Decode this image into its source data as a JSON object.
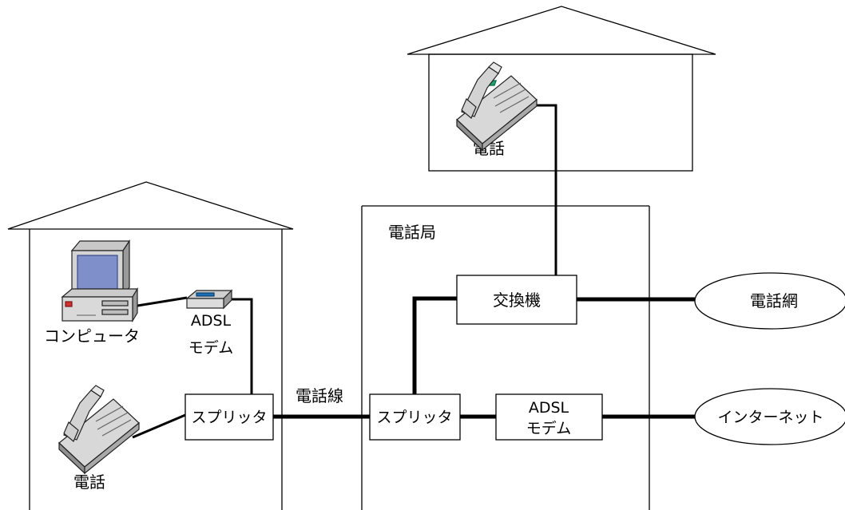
{
  "labels": {
    "top_house_phone": "電話",
    "station": "電話局",
    "exchange": "交換機",
    "phone_network": "電話網",
    "computer": "コンピュータ",
    "home_modem_line1": "ADSL",
    "home_modem_line2": "モデム",
    "home_splitter": "スプリッタ",
    "home_phone": "電話",
    "phone_line": "電話線",
    "station_splitter": "スプリッタ",
    "station_modem_line1": "ADSL",
    "station_modem_line2": "モデム",
    "internet": "インターネット"
  }
}
